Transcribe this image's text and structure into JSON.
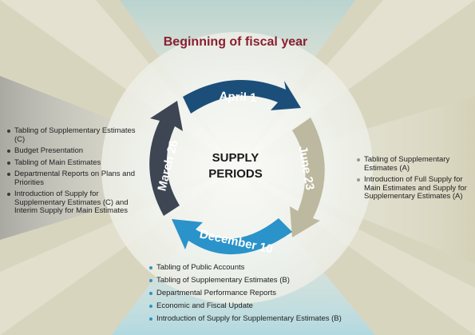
{
  "heading": "Beginning of fiscal year",
  "center_label": "SUPPLY PERIODS",
  "arrows": {
    "april": "April 1",
    "june": "June 23",
    "december": "December 10",
    "march": "March 26"
  },
  "lists": {
    "left": [
      "Tabling of Supplementary Estimates (C)",
      "Budget Presentation",
      "Tabling of Main Estimates",
      "Departmental Reports on Plans and Priorities",
      "Introduction of Supply for Supplementary Estimates (C) and Interim Supply for Main Estimates"
    ],
    "right": [
      "Tabling of Supplementary Estimates (A)",
      "Introduction of Full Supply for Main Estimates and Supply for Supplementary Estimates (A)"
    ],
    "bottom": [
      "Tabling of Public Accounts",
      "Tabling of Supplementary Estimates (B)",
      "Departmental Performance Reports",
      "Economic and Fiscal Update",
      "Introduction of Supply for  Supplementary Estimates (B)"
    ]
  },
  "colors": {
    "heading": "#8a1f32",
    "april": "#1b4f7a",
    "june": "#bdb9a0",
    "december": "#2a93c9",
    "march": "#3d4652"
  }
}
